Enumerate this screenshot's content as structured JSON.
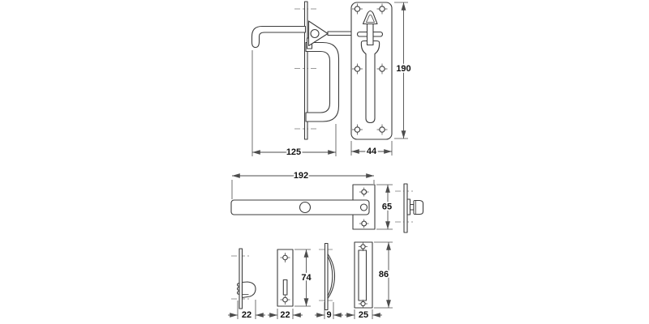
{
  "diagram": {
    "colors": {
      "background": "#ffffff",
      "line": "#3d3d3d",
      "dimension_line": "#4d4d4d",
      "centerline": "#9a9a9a",
      "text": "#111111"
    },
    "dimensions": {
      "handle_side_depth": "125",
      "backplate_width": "44",
      "backplate_height": "190",
      "latch_bar_length": "192",
      "latch_end_plate_height": "65",
      "catch_side_depth": "22",
      "keeper_plate_width": "22",
      "keeper_plate_height": "74",
      "pull_side_depth": "9",
      "pull_plate_width": "25",
      "pull_plate_height": "86"
    }
  }
}
